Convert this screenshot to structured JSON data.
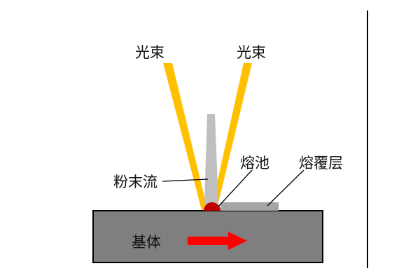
{
  "labels": {
    "beam_left": "光束",
    "beam_right": "光束",
    "powder_stream": "粉末流",
    "melt_pool": "熔池",
    "cladding_layer": "熔覆层",
    "substrate": "基体"
  },
  "colors": {
    "beam": "#ffc000",
    "powder": "#bfbfbf",
    "substrate": "#7f7f7f",
    "melt_pool": "#c00000",
    "cladding": "#a6a6a6",
    "arrow": "#ff0000"
  }
}
